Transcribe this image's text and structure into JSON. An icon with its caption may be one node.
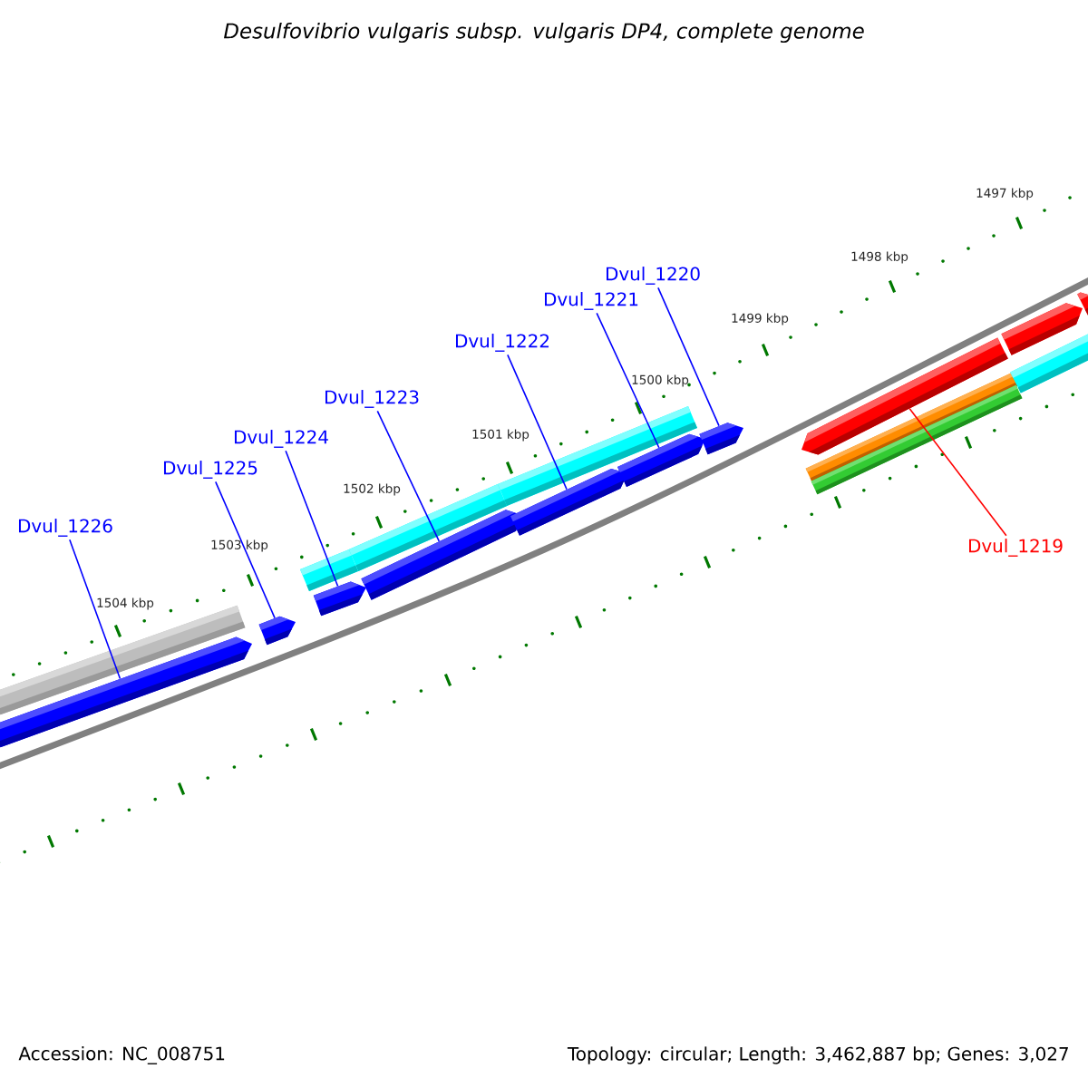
{
  "diagram": {
    "title": "Desulfovibrio vulgaris subsp. vulgaris DP4, complete genome",
    "nodes": [
      {
        "text": [
          "Dvul_1226"
        ]
      },
      {
        "text": [
          "Dvul_1225"
        ]
      },
      {
        "text": [
          "Dvul_1224"
        ]
      },
      {
        "text": [
          "Dvul_1223"
        ]
      },
      {
        "text": [
          "Dvul_1222"
        ]
      },
      {
        "text": [
          "Dvul_1221"
        ]
      },
      {
        "text": [
          "Dvul_1220"
        ]
      },
      {
        "text": [
          "Dvul_1219"
        ]
      },
      {
        "text": [],
        "shape": "arrow"
      },
      {
        "text": [],
        "shape": "arrow"
      },
      {
        "text": [],
        "shape": "arrow"
      },
      {
        "text": [],
        "shape": "arrow"
      },
      {
        "text": [],
        "shape": "arrow"
      },
      {
        "text": [],
        "shape": "arrow"
      },
      {
        "text": [],
        "shape": "arrow"
      },
      {
        "text": [],
        "shape": "arrow"
      }
    ],
    "edges": [
      {
        "from": 0,
        "to": 8,
        "arrow": "none"
      },
      {
        "from": 1,
        "to": 9,
        "arrow": "none"
      },
      {
        "from": 2,
        "to": 10,
        "arrow": "none"
      },
      {
        "from": 3,
        "to": 11,
        "arrow": "none"
      },
      {
        "from": 4,
        "to": 12,
        "arrow": "none"
      },
      {
        "from": 5,
        "to": 13,
        "arrow": "none"
      },
      {
        "from": 6,
        "to": 14,
        "arrow": "none"
      },
      {
        "from": 7,
        "to": 15,
        "arrow": "none",
        "color": "#ff0000"
      }
    ],
    "labels": [
      "1497 kbp",
      "1498 kbp",
      "1499 kbp",
      "1500 kbp",
      "1501 kbp",
      "1502 kbp",
      "1503 kbp",
      "1504 kbp",
      "Accession: NC_008751",
      "Topology: circular; Length: 3,462,887 bp; Genes: 3,027"
    ]
  }
}
